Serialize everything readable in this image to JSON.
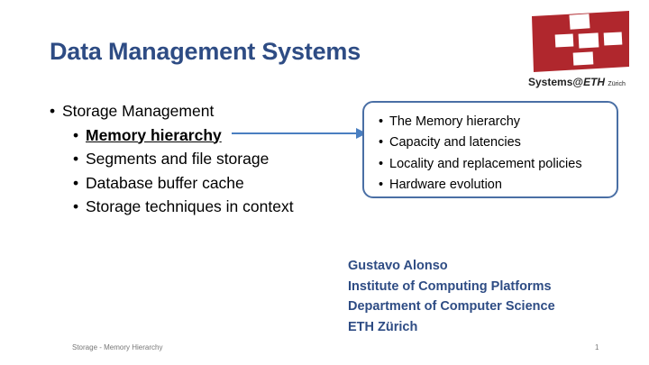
{
  "slide": {
    "title": "Data Management Systems",
    "bullets": [
      {
        "text": "Storage Management",
        "level": 1
      },
      {
        "text": "Memory hierarchy",
        "level": 2,
        "highlighted": true
      },
      {
        "text": "Segments and file storage",
        "level": 2
      },
      {
        "text": "Database buffer cache",
        "level": 2
      },
      {
        "text": "Storage techniques in context",
        "level": 2
      }
    ],
    "callout_items": [
      "The Memory hierarchy",
      "Capacity and latencies",
      "Locality and replacement policies",
      "Hardware evolution"
    ],
    "author": {
      "name": "Gustavo Alonso",
      "institute": "Institute of Computing Platforms",
      "department": "Department of Computer Science",
      "university": "ETH Zürich"
    },
    "footer": {
      "left": "Storage - Memory Hierarchy",
      "page": "1"
    },
    "logo": {
      "text_prefix": "Systems@",
      "text_eth": "ETH",
      "text_suffix": "Zürich"
    }
  },
  "colors": {
    "title": "#2e4c84",
    "logo_red": "#b0272d",
    "box_border": "#4a6fa5",
    "arrow": "#4a7fc1"
  }
}
